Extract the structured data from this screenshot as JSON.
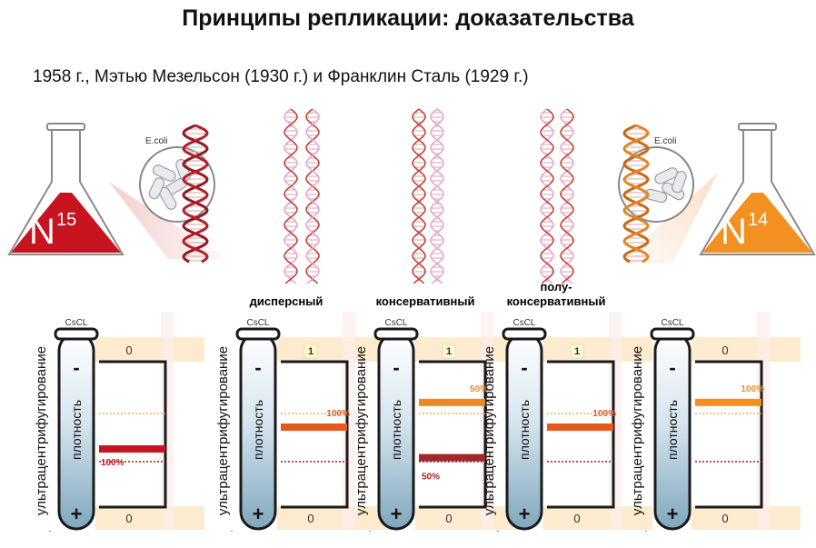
{
  "title": "Принципы репликации: доказательства",
  "subtitle": "1958 г., Мэтью Мезельсон (1930 г.) и Франклин Сталь (1929 г.)",
  "flasks": [
    {
      "label": "N",
      "sup": "15",
      "bacteria": "E.coli",
      "color": "#c8141e"
    },
    {
      "label": "N",
      "sup": "14",
      "bacteria": "E.coli",
      "color": "#f39022"
    }
  ],
  "models": [
    {
      "label": "дисперсный"
    },
    {
      "label": "консервативный"
    },
    {
      "label_line1": "полу-",
      "label_line2": "консервативный"
    }
  ],
  "tubes": [
    {
      "medium": "CsCL",
      "axis": "ультрацентрифугирование",
      "density": "плотность",
      "minus": "-",
      "plus": "+",
      "top": "0",
      "bottom": "0",
      "bands": [
        {
          "label": "100%",
          "level": 0.4,
          "color": "#c8141e"
        }
      ]
    },
    {
      "medium": "CsCL",
      "axis": "ультрацентрифугирование",
      "density": "плотность",
      "minus": "-",
      "plus": "+",
      "top": "1",
      "bottom": "0",
      "bands": [
        {
          "label": "100%",
          "level": 0.55,
          "color": "#e55a1c"
        }
      ]
    },
    {
      "medium": "CsCL",
      "axis": "ультрацентрифугирование",
      "density": "плотность",
      "minus": "-",
      "plus": "+",
      "top": "1",
      "bottom": "0",
      "bands": [
        {
          "label": "50%",
          "level": 0.72,
          "color": "#e88a2a"
        },
        {
          "label": "50%",
          "level": 0.34,
          "color": "#a3282c"
        }
      ]
    },
    {
      "medium": "CsCL",
      "axis": "ультрацентрифугирование",
      "density": "плотность",
      "minus": "-",
      "plus": "+",
      "top": "1",
      "bottom": "0",
      "bands": [
        {
          "label": "100%",
          "level": 0.55,
          "color": "#e55a1c"
        }
      ]
    },
    {
      "medium": "CsCL",
      "axis": "ультрацентрифугирование",
      "density": "плотность",
      "minus": "-",
      "plus": "+",
      "top": "0",
      "bottom": "0",
      "bands": [
        {
          "label": "100%",
          "level": 0.72,
          "color": "#f39022"
        }
      ]
    }
  ]
}
